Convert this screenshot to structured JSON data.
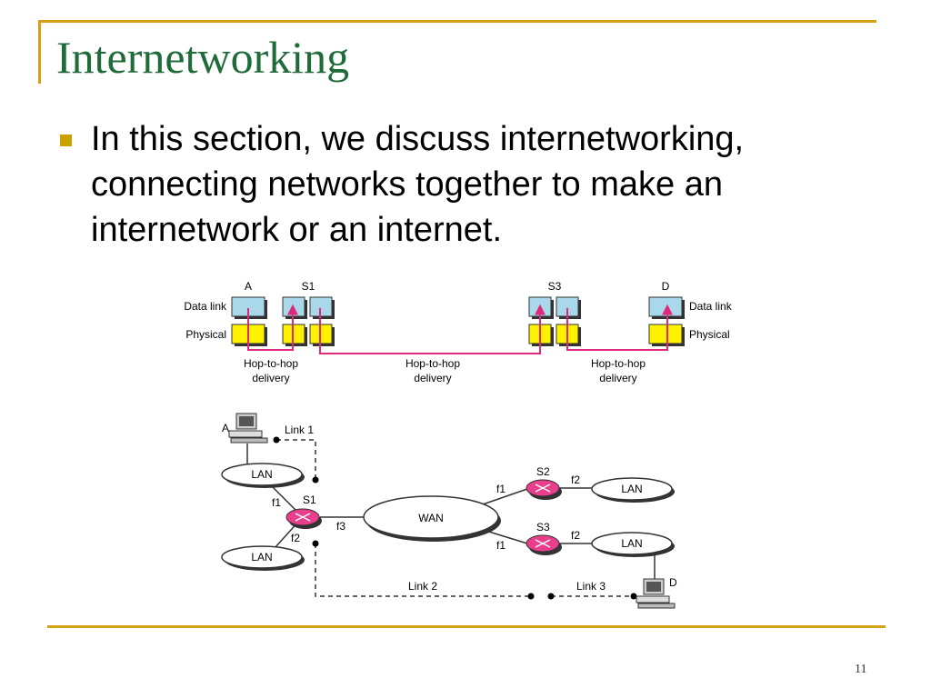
{
  "slide": {
    "title": "Internetworking",
    "bullet": "In this section, we discuss internetworking, connecting networks together to make an internetwork or an internet.",
    "page_number": "11"
  },
  "colors": {
    "accent_line": "#d4a017",
    "title": "#1f6b3a",
    "data_link_box": "#a8d8ea",
    "physical_box": "#fff200",
    "delivery_path": "#e0297a",
    "router": "#e83e8c"
  },
  "layer_diagram": {
    "nodes": [
      "A",
      "S1",
      "S3",
      "D"
    ],
    "layers": {
      "data_link": "Data link",
      "physical": "Physical"
    },
    "deliveries": [
      "Hop-to-hop delivery",
      "Hop-to-hop delivery",
      "Hop-to-hop delivery"
    ]
  },
  "network_diagram": {
    "hosts": [
      "A",
      "D"
    ],
    "routers": [
      "S1",
      "S2",
      "S3"
    ],
    "networks": [
      "LAN",
      "LAN",
      "WAN",
      "LAN",
      "LAN"
    ],
    "interfaces": {
      "s1": [
        "f1",
        "f2",
        "f3"
      ],
      "s2": [
        "f1",
        "f2"
      ],
      "s3": [
        "f1",
        "f2"
      ]
    },
    "links": [
      "Link 1",
      "Link 2",
      "Link 3"
    ]
  }
}
